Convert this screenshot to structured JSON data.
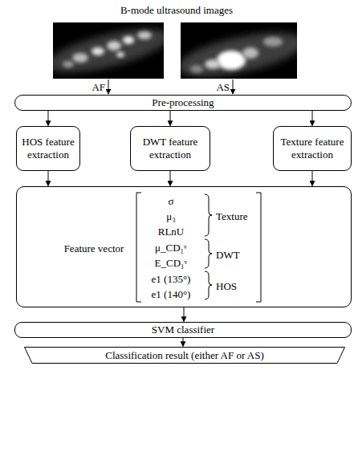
{
  "diagram": {
    "title": "B-mode ultrasound images",
    "nodes": [
      {
        "text": [
          "Pre-processing"
        ]
      },
      {
        "text": [
          "HOS feature extraction"
        ]
      },
      {
        "text": [
          "DWT feature extraction"
        ]
      },
      {
        "text": [
          "Texture feature extraction"
        ]
      },
      {
        "text": [
          "Feature vector",
          "σ",
          "μ₃",
          "RLnU",
          "μ_CD₁ᵛ",
          "E_CD₁ᵛ",
          "e1 (135°)",
          "e1 (140°)",
          "Texture",
          "DWT",
          "HOS"
        ]
      },
      {
        "text": [
          "SVM classifier"
        ]
      },
      {
        "text": [
          "Classification result (either AF or AS)"
        ]
      }
    ],
    "edges": [
      {
        "from": 0,
        "to": 1,
        "arrow": "to"
      },
      {
        "from": 0,
        "to": 2,
        "arrow": "to"
      },
      {
        "from": 0,
        "to": 3,
        "arrow": "to"
      },
      {
        "from": 1,
        "to": 4,
        "arrow": "to"
      },
      {
        "from": 2,
        "to": 4,
        "arrow": "to"
      },
      {
        "from": 3,
        "to": 4,
        "arrow": "to"
      },
      {
        "from": 4,
        "to": 5,
        "arrow": "to"
      },
      {
        "from": 5,
        "to": 6,
        "arrow": "to"
      }
    ],
    "labels": [
      "AF",
      "AS"
    ]
  }
}
